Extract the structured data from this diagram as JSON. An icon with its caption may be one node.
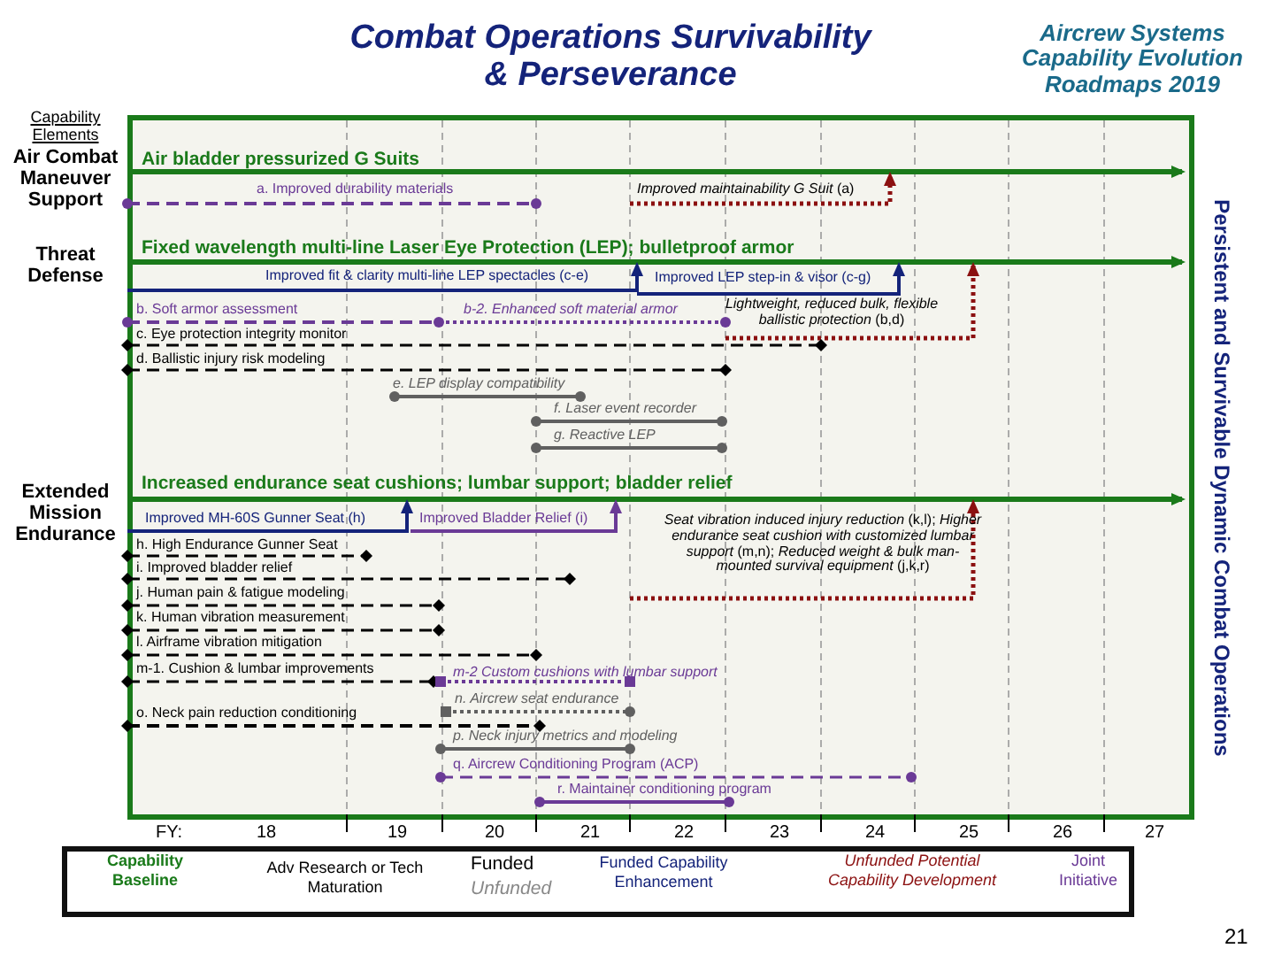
{
  "diagram": {
    "title": "Combat Operations Survivability & Perseverance",
    "labels": [
      "Aircrew Systems Capability Evolution Roadmaps 2019",
      "Capability Elements",
      "Air Combat Maneuver Support",
      "Air bladder pressurized G Suits",
      "a. Improved durability materials",
      "*Improved maintainability G Suit* (a)",
      "Threat Defense",
      "Fixed wavelength multi-line Laser Eye Protection (LEP); bulletproof armor",
      "Improved fit & clarity multi-line LEP spectacles (c-e)",
      "Improved LEP step-in & visor (c-g)",
      "b. Soft armor assessment",
      "b-2. Enhanced soft material armor",
      "*Lightweight, reduced bulk, flexible ballistic protection* (b,d)",
      "c. Eye protection integrity monitor",
      "d. Ballistic injury risk modeling",
      "e. LEP display compatibility",
      "f. Laser event recorder",
      "g. Reactive LEP",
      "Persistent and Survivable Dynamic Combat Operations",
      "Extended Mission Endurance",
      "Increased endurance seat cushions; lumbar support; bladder relief",
      "Improved MH-60S Gunner Seat (h)",
      "Improved Bladder Relief (i)",
      "*Seat vibration induced injury reduction* (k,l); *Higher endurance seat cushion with customized lumbar support* (m,n); *Reduced weight & bulk man-mounted survival equipment* (j,k,r)",
      "h. High Endurance Gunner Seat",
      "i. Improved bladder relief",
      "j. Human pain & fatigue modeling",
      "k. Human vibration measurement",
      "l. Airframe vibration mitigation",
      "m-1. Cushion & lumbar improvements",
      "m-2 Custom cushions with lumbar support",
      "n. Aircrew seat endurance",
      "o. Neck pain reduction conditioning",
      "p. Neck injury metrics and modeling",
      "q. Aircrew Conditioning Program (ACP)",
      "r. Maintainer conditioning program",
      "FY:",
      "18",
      "19",
      "20",
      "21",
      "22",
      "23",
      "24",
      "25",
      "26",
      "27",
      "21"
    ],
    "legend": [
      {
        "text": "Capability Baseline"
      },
      {
        "text": "Adv Research or Tech Maturation"
      },
      {
        "text": "Funded"
      },
      {
        "text": "Unfunded"
      },
      {
        "text": "Funded Capability Enhancement"
      },
      {
        "text": "Unfunded Potential Capability Development"
      },
      {
        "text": "Joint Initiative"
      }
    ]
  }
}
